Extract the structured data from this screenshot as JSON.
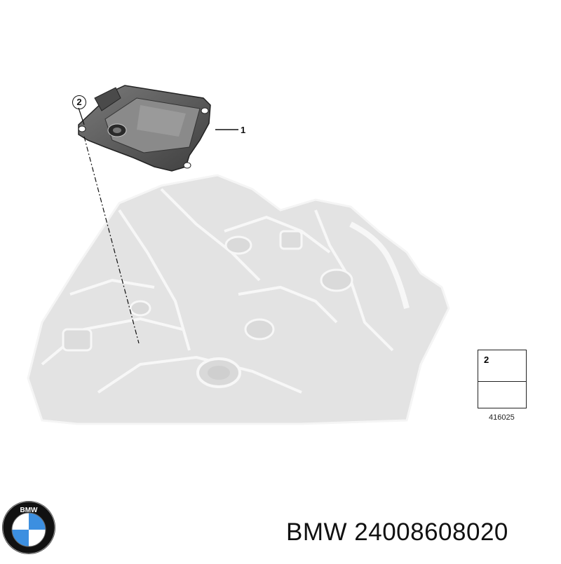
{
  "callouts": {
    "part_1": "1",
    "part_2": "2"
  },
  "legend": {
    "part_number_label": "2",
    "diagram_code": "416025"
  },
  "brand": {
    "logo_letters": "BMW",
    "caption": "BMW 24008608020"
  },
  "colors": {
    "line_art": "#111111",
    "gearbox_fill": "#e6e6e6",
    "gearbox_edge": "#f8f8f8",
    "module_fill": "#5a5a5a",
    "logo_blue": "#1c69d4",
    "logo_ring": "#111111"
  },
  "icons": [
    "bolt-icon",
    "arrow-icon",
    "bmw-logo-icon"
  ]
}
